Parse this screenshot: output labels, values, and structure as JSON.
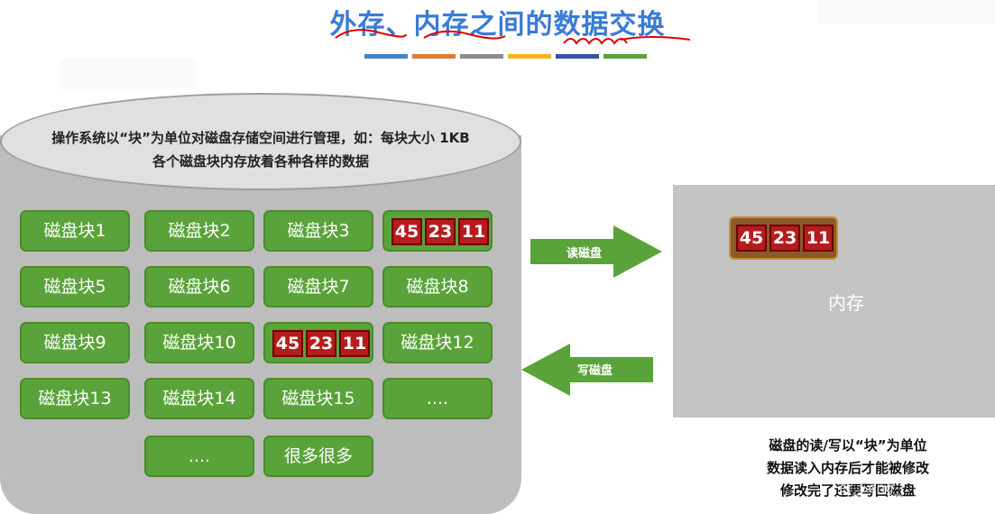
{
  "title": "外存、内存之间的数据交换",
  "colors": {
    "bars": [
      "#3f86c8",
      "#e07b34",
      "#8c8c8c",
      "#f2b61c",
      "#2f55a4",
      "#5aa33a"
    ],
    "block_green": "#5aa33a",
    "data_red": "#b71c1c",
    "memory_gray": "#c4c4c4"
  },
  "disk": {
    "header_line1": "操作系统以“块”为单位对磁盘存储空间进行管理，如：每块大小 1KB",
    "header_line2": "各个磁盘块内存放着各种各样的数据",
    "blocks": [
      "磁盘块1",
      "磁盘块2",
      "磁盘块3",
      "",
      "磁盘块5",
      "磁盘块6",
      "磁盘块7",
      "磁盘块8",
      "磁盘块9",
      "磁盘块10",
      "",
      "磁盘块12",
      "磁盘块13",
      "磁盘块14",
      "磁盘块15",
      "....",
      "....",
      "很多很多"
    ],
    "data_values": [
      "45",
      "23",
      "11"
    ]
  },
  "arrows": {
    "read_label": "读磁盘",
    "write_label": "写磁盘"
  },
  "memory": {
    "label": "内存",
    "data_values": [
      "45",
      "23",
      "11"
    ]
  },
  "notes": [
    "磁盘的读/写以“块”为单位",
    "数据读入内存后才能被修改",
    "修改完了还要写回磁盘"
  ],
  "watermark": "er_Song_"
}
